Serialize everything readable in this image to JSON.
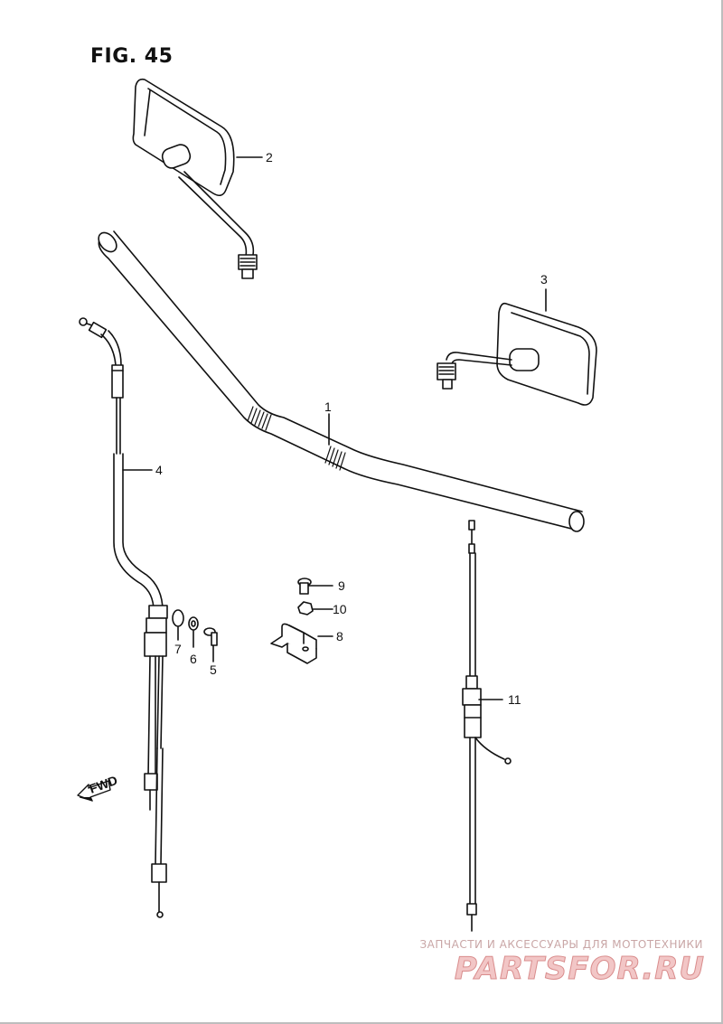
{
  "figure": {
    "title": "FIG. 45"
  },
  "direction_marker": {
    "text": "FWD",
    "icon": "forward-arrow-icon"
  },
  "callouts": {
    "handlebar": "1",
    "mirror_left": "2",
    "mirror_right": "3",
    "throttle_cable": "4",
    "screw": "5",
    "washer_6": "6",
    "washer_7": "7",
    "clamp": "8",
    "bolt_9": "9",
    "nut_10": "10",
    "clutch_cable": "11"
  },
  "watermark": {
    "tagline": "ЗАПЧАСТИ И АКСЕССУАРЫ ДЛЯ МОТОТЕХНИКИ",
    "logo": "PARTSFOR.RU"
  },
  "colors": {
    "line": "#111111",
    "watermark": "#d98d8d"
  }
}
